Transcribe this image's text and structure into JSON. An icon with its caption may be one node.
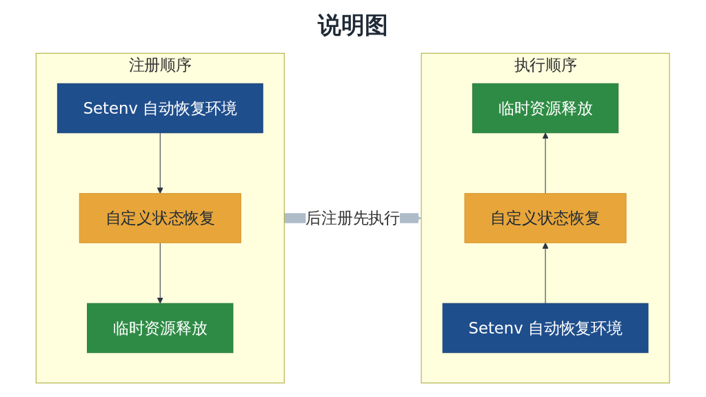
{
  "diagram": {
    "title": "说明图",
    "nodes": [
      {
        "text": [
          "注册顺序"
        ]
      },
      {
        "text": [
          "Setenv 自动恢复环境"
        ],
        "in": 0
      },
      {
        "text": [
          "自定义状态恢复"
        ],
        "in": 0
      },
      {
        "text": [
          "临时资源释放"
        ],
        "in": 0
      },
      {
        "text": [
          "执行顺序"
        ]
      },
      {
        "text": [
          "临时资源释放"
        ],
        "in": 4
      },
      {
        "text": [
          "自定义状态恢复"
        ],
        "in": 4
      },
      {
        "text": [
          "Setenv 自动恢复环境"
        ],
        "in": 4
      }
    ],
    "edges": [
      {
        "from": 1,
        "to": 2,
        "arrow": "to"
      },
      {
        "from": 2,
        "to": 3,
        "arrow": "to"
      },
      {
        "from": 7,
        "to": 6,
        "arrow": "to"
      },
      {
        "from": 6,
        "to": 5,
        "arrow": "to"
      },
      {
        "from": 0,
        "to": 4,
        "arrow": "to",
        "label": "后注册先执行",
        "style": "thick",
        "color": "#aebbc9"
      }
    ]
  }
}
